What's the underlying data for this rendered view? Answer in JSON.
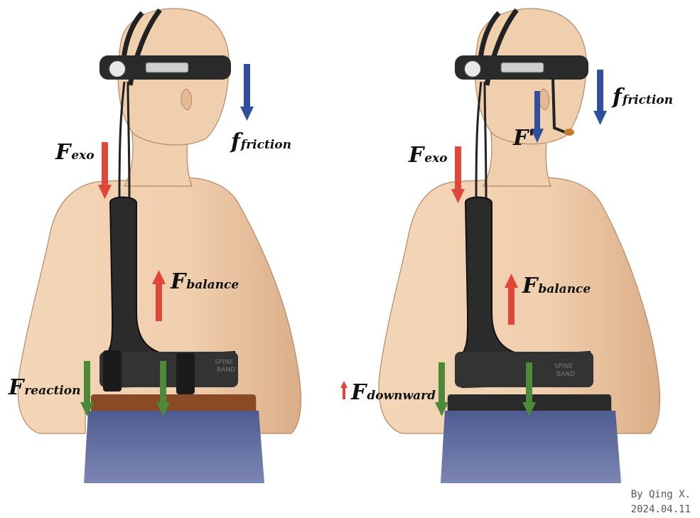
{
  "left_figure": {
    "labels": {
      "exo": {
        "symbol": "F",
        "subscript": "exo"
      },
      "friction": {
        "symbol": "f",
        "subscript": "friction"
      },
      "balance": {
        "symbol": "F",
        "subscript": "balance"
      },
      "reaction": {
        "symbol": "F",
        "subscript": "reaction"
      }
    },
    "band_text": [
      "SPINE",
      "BAND"
    ]
  },
  "right_figure": {
    "labels": {
      "exo": {
        "symbol": "F",
        "subscript": "exo"
      },
      "friction": {
        "symbol": "f",
        "subscript": "friction"
      },
      "prime": {
        "symbol": "F'",
        "subscript": ""
      },
      "balance": {
        "symbol": "F",
        "subscript": "balance"
      },
      "downward": {
        "symbol": "F",
        "subscript": "downward"
      }
    },
    "band_text": [
      "SPINE",
      "BAND"
    ]
  },
  "signature": {
    "line1": "By Qing X.",
    "line2": "2024.04.11"
  },
  "colors": {
    "red_arrow": "#e0463a",
    "blue_arrow": "#2f4f9e",
    "green_arrow": "#4c8a3a",
    "skin": "#f1d2b2",
    "skin_shadow": "#d8aa84",
    "brace": "#2b2b2b",
    "jeans": "#5a6699",
    "belt_left": "#8a4a26",
    "belt_right": "#2a2a2a"
  }
}
